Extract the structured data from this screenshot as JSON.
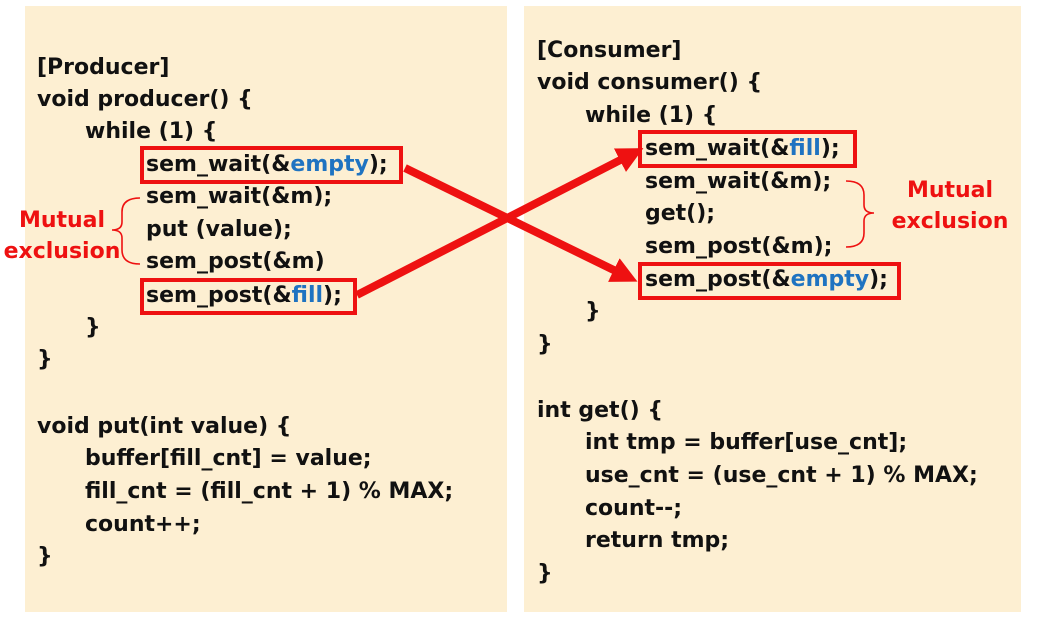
{
  "producer": {
    "title": "[Producer]",
    "sig": "void producer() {",
    "while": "while (1) {",
    "wait_pre": "sem_wait(&",
    "wait_sem": "empty",
    "wait_post": ");",
    "mwait": "sem_wait(&m);",
    "put": "put (value);",
    "mpost": "sem_post(&m)",
    "post_pre": "sem_post(&",
    "post_sem": "fill",
    "post_post": ");",
    "close_inner": "}",
    "close_outer": "}",
    "put_sig": "void put(int value) {",
    "put_l1": "buffer[fill_cnt] = value;",
    "put_l2": "fill_cnt = (fill_cnt + 1) % MAX;",
    "put_l3": "count++;",
    "put_close": "}"
  },
  "consumer": {
    "title": "[Consumer]",
    "sig": "void consumer() {",
    "while": "while (1) {",
    "wait_pre": "sem_wait(&",
    "wait_sem": "fill",
    "wait_post": ");",
    "mwait": "sem_wait(&m);",
    "get": "get();",
    "mpost": "sem_post(&m);",
    "post_pre": "sem_post(&",
    "post_sem": "empty",
    "post_post": ");",
    "close_inner": "}",
    "close_outer": "}",
    "get_sig": "int get() {",
    "get_l1": "int tmp = buffer[use_cnt];",
    "get_l2": "use_cnt = (use_cnt + 1) % MAX;",
    "get_l3": "count--;",
    "get_l4": "return tmp;",
    "get_close": "}"
  },
  "annotations": {
    "left_l1": "Mutual",
    "left_l2": "exclusion",
    "right_l1": "Mutual",
    "right_l2": "exclusion"
  },
  "colors": {
    "panel": "#fdefd2",
    "accent_red": "#ee1111",
    "semaphore_blue": "#1f73c1"
  }
}
